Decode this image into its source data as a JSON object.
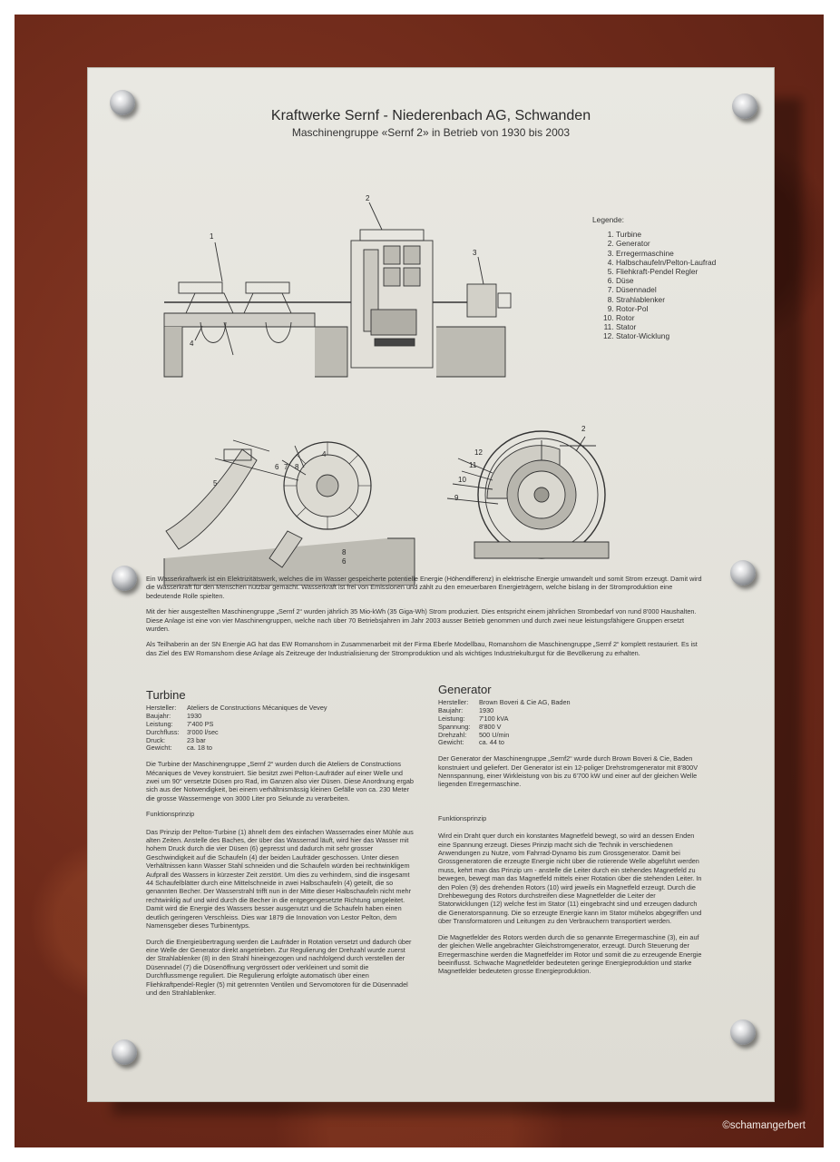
{
  "header": {
    "title": "Kraftwerke Sernf - Niederenbach AG, Schwanden",
    "subtitle": "Maschinengruppe «Sernf 2» in Betrieb von 1930 bis 2003"
  },
  "legend": {
    "title": "Legende:",
    "items": [
      "Turbine",
      "Generator",
      "Erregermaschine",
      "Halbschaufeln/Pelton-Laufrad",
      "Fliehkraft-Pendel Regler",
      "Düse",
      "Düsennadel",
      "Strahlablenker",
      "Rotor-Pol",
      "Rotor",
      "Stator",
      "Stator-Wicklung"
    ]
  },
  "callouts": {
    "n1": "1",
    "n2": "2",
    "n3": "3",
    "n4": "4",
    "n5": "5",
    "n6": "6",
    "n7": "7",
    "n8": "8",
    "n9": "9",
    "n10": "10",
    "n11": "11",
    "n12": "12"
  },
  "intro": {
    "p1": "Ein Wasserkraftwerk ist ein Elektrizitätswerk, welches die im Wasser gespeicherte potentielle Energie (Höhendifferenz) in elektrische Energie umwandelt und somit Strom erzeugt. Damit wird die Wasserkraft für den Menschen nutzbar gemacht. Wasserkraft ist frei von Emissionen und zählt zu den erneuerbaren Energieträgern, welche bislang in der Stromproduktion eine bedeutende Rolle spielten.",
    "p2": "Mit der hier ausgestellten Maschinengruppe „Sernf 2“ wurden jährlich 35 Mio-kWh (35 Giga-Wh) Strom produziert. Dies entspricht einem jährlichen Strombedarf von rund 8'000 Haushalten. Diese Anlage ist eine von vier Maschinengruppen, welche nach über 70 Betriebsjahren im Jahr 2003 ausser Betrieb genommen und durch zwei neue leistungsfähigere Gruppen ersetzt wurden.",
    "p3": "Als Teilhaberin an der SN Energie AG hat das EW Romanshorn in Zusammenarbeit mit der Firma Eberle Modellbau, Romanshorn die Maschinengruppe „Sernf 2“ komplett restauriert. Es ist das Ziel des EW Romanshorn diese Anlage als Zeitzeuge der Industrialisierung der Stromproduktion und als wichtiges Industriekulturgut für die Bevölkerung zu erhalten."
  },
  "turbine": {
    "heading": "Turbine",
    "specs": [
      {
        "k": "Hersteller:",
        "v": "Ateliers de Constructions Mécaniques de Vevey"
      },
      {
        "k": "Baujahr:",
        "v": "1930"
      },
      {
        "k": "Leistung:",
        "v": "7'400 PS"
      },
      {
        "k": "Durchfluss:",
        "v": "3'000 l/sec"
      },
      {
        "k": "Druck:",
        "v": "23 bar"
      },
      {
        "k": "Gewicht:",
        "v": "ca. 18 to"
      }
    ],
    "desc": "Die Turbine der Maschinengruppe „Sernf 2“ wurden durch die Ateliers de Constructions Mécaniques de Vevey konstruiert. Sie besitzt zwei Pelton-Laufräder auf einer Welle und zwei um 90° versetzte Düsen pro Rad, im Ganzen also vier Düsen. Diese Anordnung ergab sich aus der Notwendigkeit, bei einem verhältnismässig kleinen Gefälle von ca. 230 Meter die grosse Wassermenge von 3000 Liter pro Sekunde zu verarbeiten.",
    "func_title": "Funktionsprinzip",
    "func1": "Das Prinzip der Pelton-Turbine (1) ähnelt dem des einfachen Wasserrades einer Mühle aus alten Zeiten. Anstelle des Baches, der über das Wasserrad läuft, wird hier das Wasser mit hohem Druck durch die vier Düsen (6) gepresst und dadurch mit sehr grosser Geschwindigkeit auf die Schaufeln (4) der beiden Laufräder geschossen. Unter diesen Verhältnissen kann Wasser Stahl schneiden und die Schaufeln würden bei rechtwinkligem Aufprall des Wassers in kürzester Zeit zerstört. Um dies zu verhindern, sind die insgesamt 44 Schaufelblätter durch eine Mittelschneide in zwei Halbschaufeln (4) geteilt, die so genannten Becher. Der Wasserstrahl trifft nun in der Mitte dieser Halbschaufeln nicht mehr rechtwinklig auf und wird durch die Becher in die entgegengesetzte Richtung umgeleitet. Damit wird die Energie des Wassers besser ausgenutzt und die Schaufeln haben einen deutlich geringeren Verschleiss. Dies war 1879 die Innovation von Lestor Pelton, dem Namensgeber dieses Turbinentyps.",
    "func2": "Durch die Energieübertragung werden die Laufräder in Rotation versetzt und dadurch über eine Welle der Generator direkt angetrieben. Zur Regulierung der Drehzahl wurde zuerst der Strahlablenker (8) in den Strahl hineingezogen und nachfolgend durch verstellen der Düsennadel (7) die Düsenöffnung vergrössert oder verkleinert und somit die Durchflussmenge reguliert. Die Regulierung erfolgte automatisch über einen Fliehkraftpendel-Regler (5) mit getrennten Ventilen und Servomotoren für die Düsennadel und den Strahlablenker."
  },
  "generator": {
    "heading": "Generator",
    "specs": [
      {
        "k": "Hersteller:",
        "v": "Brown Boveri & Cie AG, Baden"
      },
      {
        "k": "Baujahr:",
        "v": "1930"
      },
      {
        "k": "Leistung:",
        "v": "7'100 kVA"
      },
      {
        "k": "Spannung:",
        "v": "8'800 V"
      },
      {
        "k": "Drehzahl:",
        "v": "500 U/min"
      },
      {
        "k": "Gewicht:",
        "v": "ca. 44 to"
      }
    ],
    "desc": "Der Generator der Maschinengruppe „Sernf2“ wurde durch Brown Boveri & Cie, Baden konstruiert und geliefert. Der Generator ist ein 12-poliger Drehstromgenerator mit 8'800V Nennspannung, einer Wirkleistung von bis zu 6'700 kW und einer auf der gleichen Welle liegenden Erregermaschine.",
    "func_title": "Funktionsprinzip",
    "func1": "Wird ein Draht quer durch ein konstantes Magnetfeld bewegt, so wird an dessen Enden eine Spannung erzeugt. Dieses Prinzip macht sich die Technik in verschiedenen Anwendungen zu Nutze, vom Fahrrad-Dynamo bis zum Grossgenerator. Damit bei Grossgeneratoren die erzeugte Energie nicht über die rotierende Welle abgeführt werden muss, kehrt man das Prinzip um - anstelle die Leiter durch ein stehendes Magnetfeld zu bewegen, bewegt man das Magnetfeld mittels einer Rotation über die stehenden Leiter. In den Polen (9) des drehenden Rotors (10) wird jeweils ein Magnetfeld erzeugt. Durch die Drehbewegung des Rotors durchstreifen diese Magnetfelder die Leiter der Statorwicklungen (12) welche fest im Stator (11) eingebracht sind und erzeugen dadurch die Generatorspannung. Die so erzeugte Energie kann im Stator mühelos abgegriffen und über Transformatoren und Leitungen zu den Verbrauchern transportiert werden.",
    "func2": "Die Magnetfelder des Rotors werden durch die so genannte Erregermaschine (3), ein auf der gleichen Welle angebrachter Gleichstromgenerator, erzeugt. Durch Steuerung der Erregermaschine werden die Magnetfelder im Rotor und somit die zu erzeugende Energie beeinflusst. Schwache Magnetfelder bedeuteten geringe Energieproduktion und starke Magnetfelder bedeuteten grosse Energieproduktion."
  },
  "credit": "©schamangerbert"
}
